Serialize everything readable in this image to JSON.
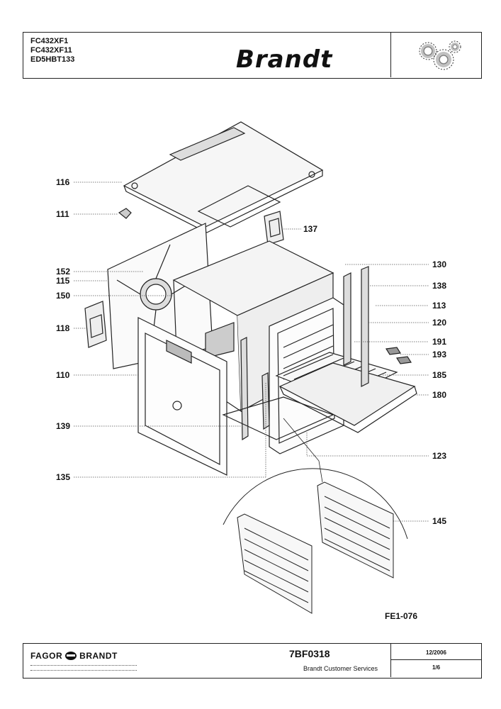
{
  "header": {
    "models": [
      "FC432XF1",
      "FC432XF11",
      "ED5HBT133"
    ],
    "brand": "Brandt",
    "logo_icon": "gears-icon"
  },
  "diagram": {
    "callouts": {
      "c116": "116",
      "c111": "111",
      "c137": "137",
      "c130": "130",
      "c152": "152",
      "c115": "115",
      "c138": "138",
      "c150": "150",
      "c113": "113",
      "c120": "120",
      "c118": "118",
      "c191": "191",
      "c193": "193",
      "c110": "110",
      "c185": "185",
      "c180": "180",
      "c139": "139",
      "c123": "123",
      "c135": "135",
      "c145": "145"
    },
    "figure_code": "FE1-076"
  },
  "footer": {
    "company_left": "FAGOR",
    "company_right": "BRANDT",
    "doc_code": "7BF0318",
    "service": "Brandt Customer Services",
    "date": "12/2006",
    "page": "1/6"
  }
}
